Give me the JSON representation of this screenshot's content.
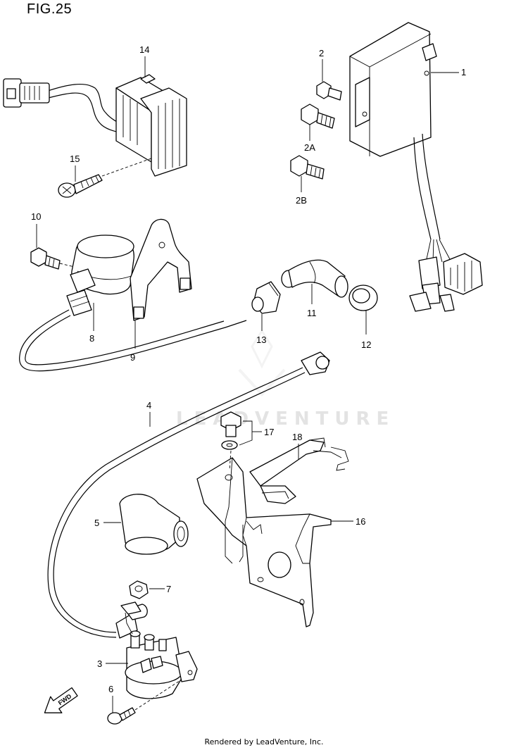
{
  "figure": {
    "title": "FIG.25"
  },
  "watermark": {
    "text": "LEADVENTURE"
  },
  "footer": {
    "credit": "Rendered by LeadVenture, Inc."
  },
  "direction_arrow": {
    "label": "FWD"
  },
  "callouts": {
    "c1": "1",
    "c2": "2",
    "c2a": "2A",
    "c2b": "2B",
    "c3": "3",
    "c4": "4",
    "c5": "5",
    "c6": "6",
    "c7": "7",
    "c8": "8",
    "c9": "9",
    "c10": "10",
    "c11": "11",
    "c12": "12",
    "c13": "13",
    "c14": "14",
    "c15": "15",
    "c16": "16",
    "c17": "17",
    "c18": "18"
  }
}
